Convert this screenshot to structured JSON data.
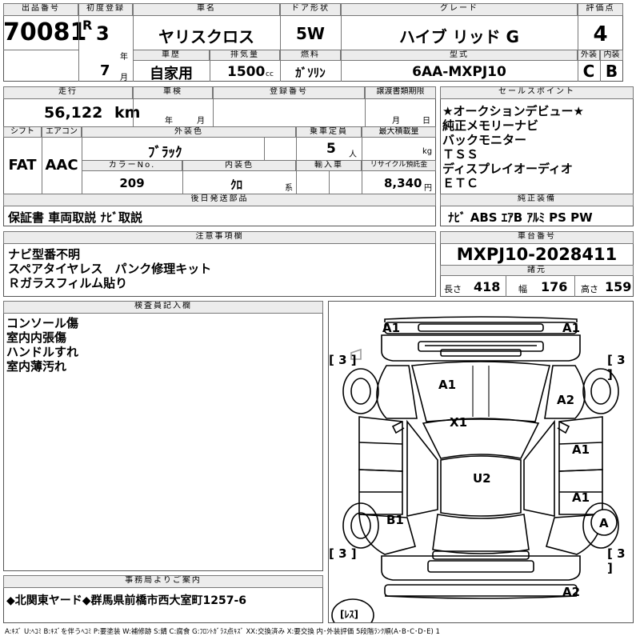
{
  "labels": {
    "lot_no": "出品番号",
    "first_reg": "初度登録",
    "car_name": "車名",
    "door": "ドア形状",
    "grade": "グレード",
    "score": "評価点",
    "era": "R",
    "year_suffix": "年",
    "month_suffix": "月",
    "history": "車歴",
    "displacement": "排気量",
    "fuel": "燃料",
    "model_code": "型式",
    "exterior": "外装",
    "interior": "内装",
    "mileage": "走行",
    "inspection": "車検",
    "reg_no": "登録番号",
    "transfer_deadline": "譲渡書類期限",
    "sales_points": "セールスポイント",
    "shift": "シフト",
    "aircon": "エアコン",
    "ext_color": "外装色",
    "capacity": "乗車定員",
    "max_load": "最大積載量",
    "color_no": "カラーNo.",
    "int_color": "内装色",
    "import": "輸入車",
    "recycle": "リサイクル預託金",
    "cc_unit": "cc",
    "km_unit": "km",
    "person_unit": "人",
    "kg_unit": "kg",
    "yen_unit": "円",
    "series_unit": "系",
    "late_parts": "後日発送部品",
    "std_equipment": "純正装備",
    "notes": "注意事項欄",
    "chassis_no": "車台番号",
    "specs": "諸元",
    "length": "長さ",
    "width": "幅",
    "height": "高さ",
    "inspector": "検査員記入欄",
    "office": "事務局よりご案内"
  },
  "car": {
    "lot_no": "70081",
    "year": "3",
    "month": "7",
    "name": "ヤリスクロス",
    "door": "5W",
    "grade": "ハイブ リッド G",
    "score": "4",
    "history": "自家用",
    "displacement": "1500",
    "fuel": "ｶﾞｿﾘﾝ",
    "model_code": "6AA-MXPJ10",
    "exterior_grade": "C",
    "interior_grade": "B",
    "mileage": "56,122",
    "shift": "FAT",
    "aircon": "AAC",
    "ext_color": "ﾌﾞﾗｯｸ",
    "capacity": "5",
    "color_no": "209",
    "int_color": "ｸﾛ",
    "recycle": "8,340",
    "chassis_no": "MXPJ10-2028411",
    "length": "418",
    "width": "176",
    "height": "159"
  },
  "sales_points": [
    "★オークションデビュー★",
    "純正メモリーナビ",
    "バックモニター",
    "ＴＳＳ",
    "ディスプレイオーディオ",
    "ＥＴＣ"
  ],
  "late_parts_text": "保証書 車両取説 ﾅﾋﾞ取説",
  "std_equipment_text": "ﾅﾋﾞ ABS ｴｱB ｱﾙﾐ PS PW",
  "notes": [
    "ナビ型番不明",
    "スペアタイヤレス　パンク修理キット",
    "Ｒガラスフィルム貼り"
  ],
  "inspector_notes": [
    "コンソール傷",
    "室内内張傷",
    "ハンドルすれ",
    "室内薄汚れ"
  ],
  "office_text": "◆北関東ヤード◆群馬県前橋市西大室町1257-6",
  "legend": "A:ｷｽﾞ U:ﾍｺﾐ B:ｷｽﾞを伴うﾍｺﾐ P:要塗装 W:補修跡 S:錆 C:腐食 G:ﾌﾛﾝﾄｶﾞﾗｽ点ｷｽﾞ XX:交換済み X:要交換 内･外装評価 5段階ﾗﾝｸ順(A･B･C･D･E) 1",
  "diagram": {
    "marks": {
      "front_left": "A1",
      "front_right": "A1",
      "hood": "A1",
      "right_front_fender": "A2",
      "windshield": "X1",
      "right_front_door": "A1",
      "roof": "U2",
      "right_rear_door": "A1",
      "left_rear_fender": "B1",
      "right_rear_wheel": "A",
      "rear_bumper": "A2"
    },
    "tire_fl": "[ 3 ]",
    "tire_fr": "[ 3 ]",
    "tire_rl": "[ 3 ]",
    "tire_rr": "[ 3 ]",
    "spare": "[ﾚｽ]"
  }
}
